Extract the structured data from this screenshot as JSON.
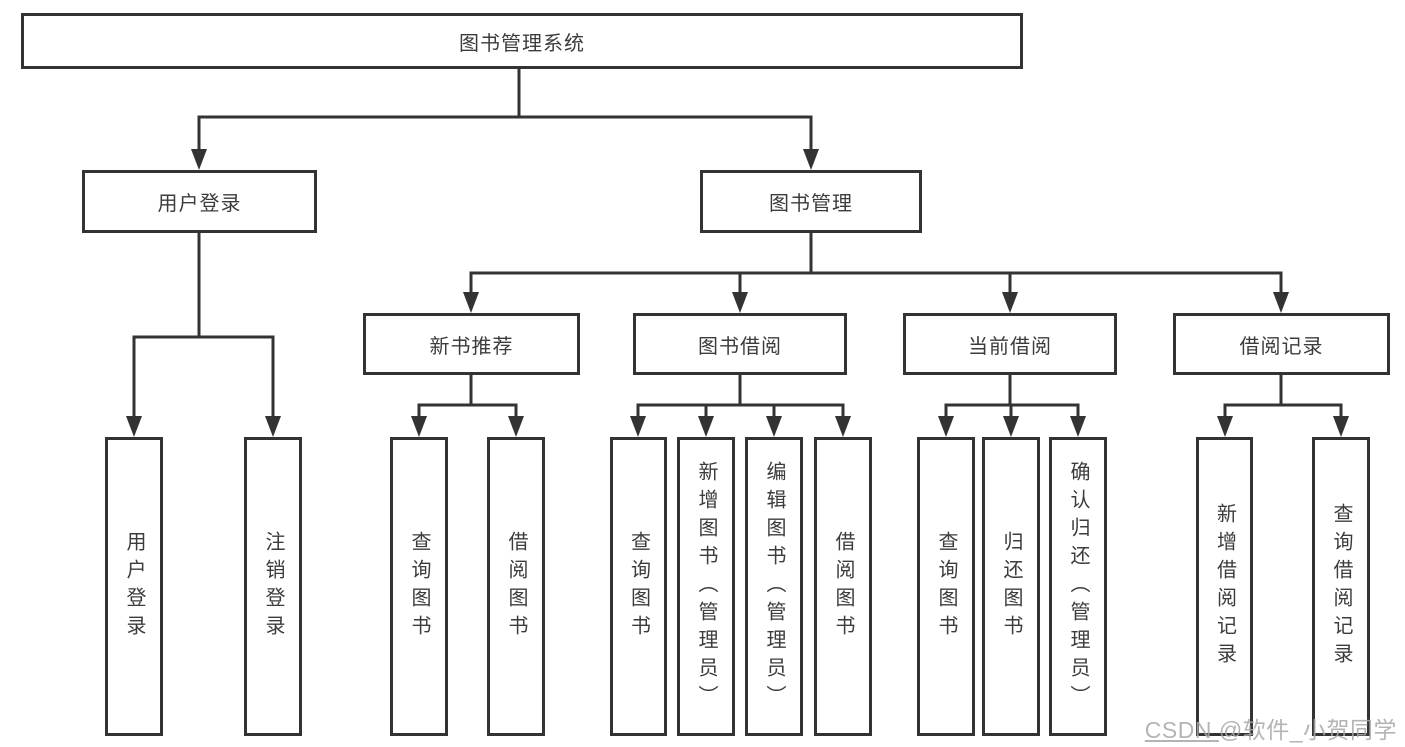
{
  "tree": {
    "root": {
      "label": "图书管理系统",
      "children": [
        {
          "label": "用户登录",
          "children": [
            {
              "label": "用户登录"
            },
            {
              "label": "注销登录"
            }
          ]
        },
        {
          "label": "图书管理",
          "children": [
            {
              "label": "新书推荐",
              "children": [
                {
                  "label": "查询图书"
                },
                {
                  "label": "借阅图书"
                }
              ]
            },
            {
              "label": "图书借阅",
              "children": [
                {
                  "label": "查询图书"
                },
                {
                  "label": "新增图书（管理员）"
                },
                {
                  "label": "编辑图书（管理员）"
                },
                {
                  "label": "借阅图书"
                }
              ]
            },
            {
              "label": "当前借阅",
              "children": [
                {
                  "label": "查询图书"
                },
                {
                  "label": "归还图书"
                },
                {
                  "label": "确认归还（管理员）"
                }
              ]
            },
            {
              "label": "借阅记录",
              "children": [
                {
                  "label": "新增借阅记录"
                },
                {
                  "label": "查询借阅记录"
                }
              ]
            }
          ]
        }
      ]
    }
  },
  "watermark": {
    "site": "CSDN ",
    "handle": "@软件_小贺同学"
  },
  "colors": {
    "line": "#333333",
    "text": "#3c3c3c",
    "background": "#ffffff",
    "watermark": "#a8a8a8"
  }
}
